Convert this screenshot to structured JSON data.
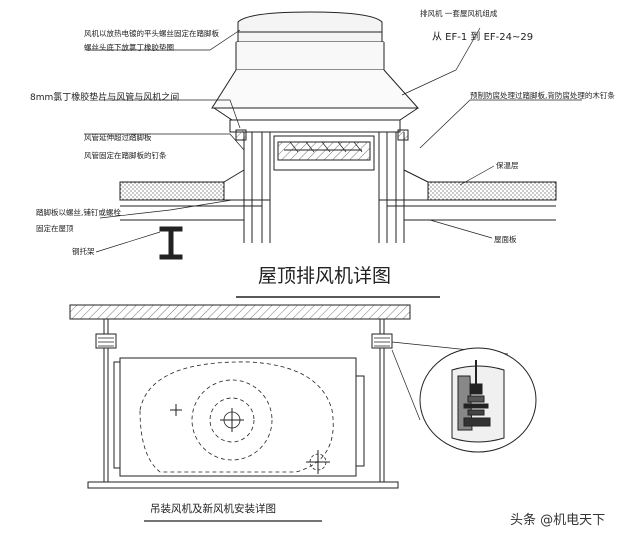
{
  "fan_detail": {
    "title": "屋顶排风机详图",
    "note_fan_name_line1": "排风机 一套屋风机组成",
    "note_fan_name_line2": "从 EF-1 到 EF-24~29",
    "note_bolt_line1": "风机以放热电镀的平头螺丝固定在踏脚板",
    "note_bolt_line2": "螺丝头底下放氯丁橡胶垫圈",
    "note_gasket": "8mm氯丁橡胶垫片与风管与风机之间",
    "note_treated_wood": "预制防腐处理过踏脚板,背防腐处理的木钉条",
    "note_duct_line1": "风管延伸超过踏脚板",
    "note_duct_line2": "风管固定在踏脚板的钉条",
    "note_insulation": "保温层",
    "note_base_line1": "踏脚板以螺丝,铺钉或螺栓",
    "note_base_line2": "固定在屋顶",
    "note_steel": "钢托架",
    "note_roof": "屋面板"
  },
  "hanging_detail": {
    "title": "吊装风机及新风机安装详图"
  },
  "watermark": "头条 @机电天下"
}
